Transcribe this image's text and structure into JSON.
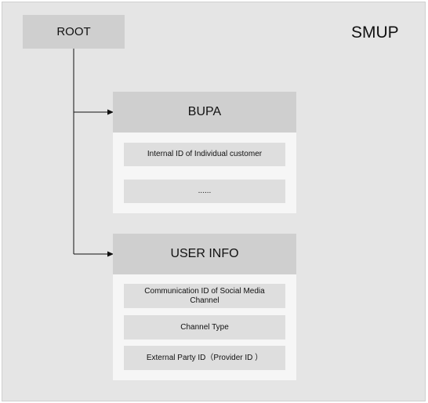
{
  "diagram": {
    "title": "SMUP",
    "root_label": "ROOT",
    "groups": [
      {
        "header": "BUPA",
        "fields": [
          "Internal ID of Individual customer",
          "......"
        ]
      },
      {
        "header": "USER INFO",
        "fields": [
          "Communication ID of Social Media Channel",
          "Channel Type",
          "External Party ID（Provider ID ）"
        ]
      }
    ]
  }
}
